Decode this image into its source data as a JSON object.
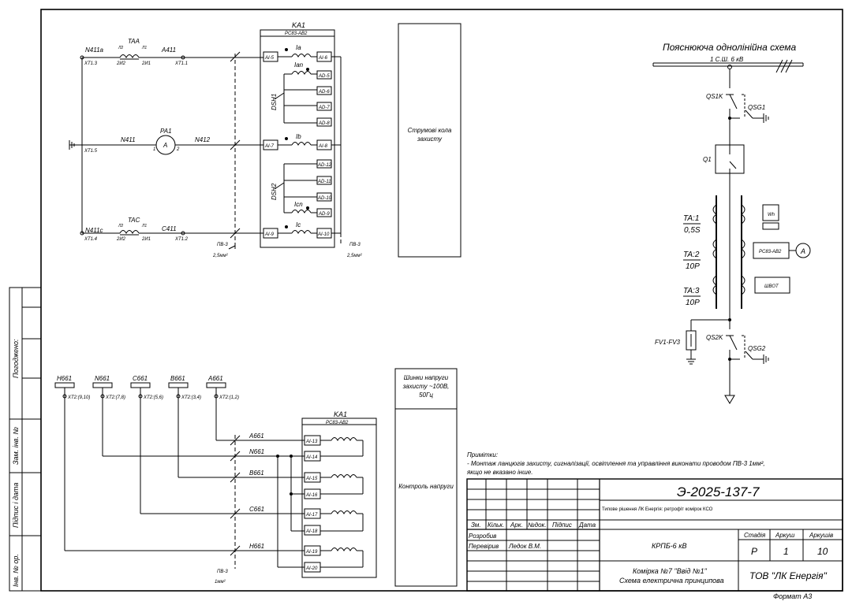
{
  "frame": {
    "side_stamps": [
      "Погоджено:",
      "Зам. інв. №",
      "Підпис і дата",
      "Інв. № ор."
    ],
    "format": "Формат А3"
  },
  "current_circuit": {
    "ka1_title": "KA1",
    "ka1_model": "РС83-АВ2",
    "wire_labels": {
      "n411a": "N411a",
      "taa": "TAA",
      "a411": "A411",
      "xt13": "XT1.3",
      "xt11": "XT1.1",
      "n411": "N411",
      "pa1": "PA1",
      "n412": "N412",
      "xt15": "XT1.5",
      "n411c": "N411c",
      "tac": "TAC",
      "c411": "C411",
      "xt14": "XT1.4",
      "xt12": "XT1.2",
      "pv_cable": "ПВ-3",
      "pv_section": "2,5мм²",
      "l2": "Л2",
      "l1": "Л1",
      "i2": "2И2",
      "i1": "2И1",
      "pa_a": "A",
      "pa_p1": "1",
      "pa_p2": "2"
    },
    "terminals_left": [
      "AI-5",
      "AI-7",
      "AI-9"
    ],
    "terminals_right": [
      "AI-6",
      "AI-8",
      "AI-10"
    ],
    "ad_terminals_top": [
      "AD-5",
      "AD-6",
      "AD-7",
      "AD-8"
    ],
    "ad_terminals_bottom": [
      "AD-12",
      "AD-11",
      "AD-10",
      "AD-9"
    ],
    "coil_labels": [
      "Ia",
      "Ian",
      "Ib",
      "Icn",
      "Ic"
    ],
    "dsh": [
      "DSH1",
      "DSH2"
    ],
    "box_label": "Струмові кола захисту"
  },
  "voltage_circuit": {
    "buses": [
      {
        "name": "H661",
        "terminal": "XT2:(9,10)"
      },
      {
        "name": "N661",
        "terminal": "XT2:(7,8)"
      },
      {
        "name": "C661",
        "terminal": "XT2:(5,6)"
      },
      {
        "name": "B661",
        "terminal": "XT2:(3,4)"
      },
      {
        "name": "A661",
        "terminal": "XT2:(1,2)"
      }
    ],
    "ka1_title": "KA1",
    "ka1_model": "РС83-АВ2",
    "wires": [
      "A661",
      "N661",
      "B661",
      "C661",
      "H661"
    ],
    "terminals": [
      "AI-13",
      "AI-14",
      "AI-15",
      "AI-16",
      "AI-17",
      "AI-18",
      "AI-19",
      "AI-20"
    ],
    "pv_cable": "ПВ-3",
    "pv_section": "1мм²",
    "box_header": "Шинки напруги захисту ~100В, 50Гц",
    "box_label": "Контроль напруги"
  },
  "single_line": {
    "title": "Пояснююча однолінійна схема",
    "bus": "1 С.Ш. 6 кВ",
    "qs1k": "QS1K",
    "qsg1": "QSG1",
    "q1": "Q1",
    "ta": [
      {
        "name": "TA:1",
        "cls": "0,5S"
      },
      {
        "name": "TA:2",
        "cls": "10P"
      },
      {
        "name": "TA:3",
        "cls": "10P"
      }
    ],
    "wh": "Wh",
    "rs": "РС83-АВ2",
    "amm": "A",
    "shvot": "ШВОТ",
    "fv": "FV1-FV3",
    "qs2k": "QS2K",
    "qsg2": "QSG2"
  },
  "notes": {
    "title": "Примітки:",
    "line1": "- Монтаж ланцюгів захисту, сигналізації, освітлення та управління виконати проводом ПВ-3 1мм²,",
    "line2": "якщо не вказано інше."
  },
  "title_block": {
    "doc_number": "Э-2025-137-7",
    "description": "Типове рішення ЛК Енергія: ретрофіт комірок КСО",
    "headers": [
      "Зм.",
      "Кільк.",
      "Арк.",
      "№док.",
      "Підпис",
      "Дата"
    ],
    "roles": [
      {
        "role": "Розробив",
        "name": ""
      },
      {
        "role": "Перевірив",
        "name": "Ледок В.М."
      }
    ],
    "object": "КРПБ-6 кВ",
    "stage_label": "Стадія",
    "sheet_label": "Аркуш",
    "sheets_label": "Аркушів",
    "stage": "Р",
    "sheet": "1",
    "sheets": "10",
    "drawing_title_1": "Комірка №7 \"Ввід №1\"",
    "drawing_title_2": "Схема електрична принципова",
    "company": "ТОВ \"ЛК Енергія\""
  }
}
